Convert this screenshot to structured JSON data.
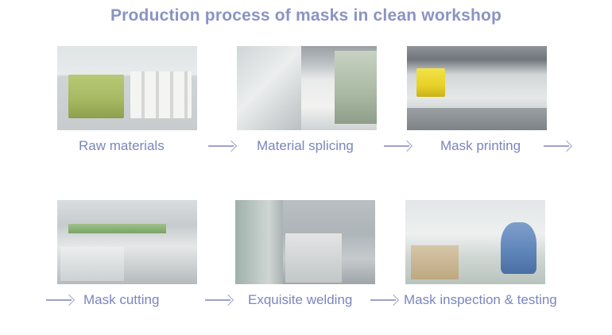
{
  "title": "Production process of masks in clean workshop",
  "theme": {
    "title_color": "#8b93c4",
    "caption_color": "#7a86bd",
    "arrow_color": "#9aa3cf",
    "background": "#ffffff"
  },
  "steps": [
    {
      "id": 1,
      "label": "Raw materials",
      "image": "warehouse-pallets-photo"
    },
    {
      "id": 2,
      "label": "Material splicing",
      "image": "splicing-machine-photo"
    },
    {
      "id": 3,
      "label": "Mask printing",
      "image": "printing-rollers-photo"
    },
    {
      "id": 4,
      "label": "Mask cutting",
      "image": "cutting-machine-photo"
    },
    {
      "id": 5,
      "label": "Exquisite welding",
      "image": "welding-machine-photo"
    },
    {
      "id": 6,
      "label": "Mask inspection & testing",
      "image": "inspection-cleanroom-photo"
    }
  ],
  "arrows": [
    {
      "name": "arrow-raw-to-splicing"
    },
    {
      "name": "arrow-splicing-to-printing"
    },
    {
      "name": "arrow-printing-to-cutting"
    },
    {
      "name": "arrow-into-cutting"
    },
    {
      "name": "arrow-cutting-to-welding"
    },
    {
      "name": "arrow-welding-to-inspection"
    }
  ]
}
